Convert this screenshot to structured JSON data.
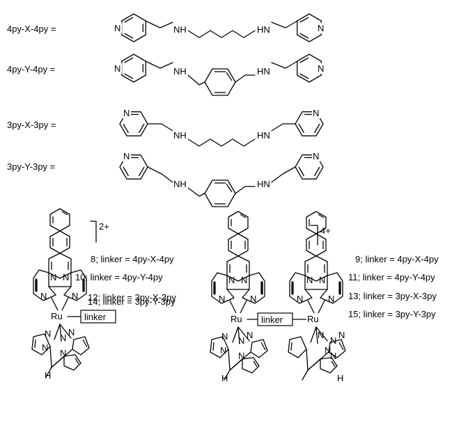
{
  "ligands": {
    "a": "4py-X-4py =",
    "b": "4py-Y-4py =",
    "c": "3py-X-3py =",
    "d": "3py-Y-3py ="
  },
  "atoms": {
    "N": "N",
    "NH": "NH",
    "HN": "HN",
    "Ru": "Ru",
    "H": "H"
  },
  "linker_box": "linker",
  "charges": {
    "mono": "2+",
    "di": "4+"
  },
  "complexes_mono": [
    "8; linker = 4py-X-4py",
    "10; linker = 4py-Y-4py",
    "12; linker = 3py-X-3py",
    "14; linker = 3py-Y-3py"
  ],
  "complexes_di": [
    "9; linker = 4py-X-4py",
    "11; linker = 4py-Y-4py",
    "13; linker = 3py-X-3py",
    "15; linker = 3py-Y-3py"
  ]
}
